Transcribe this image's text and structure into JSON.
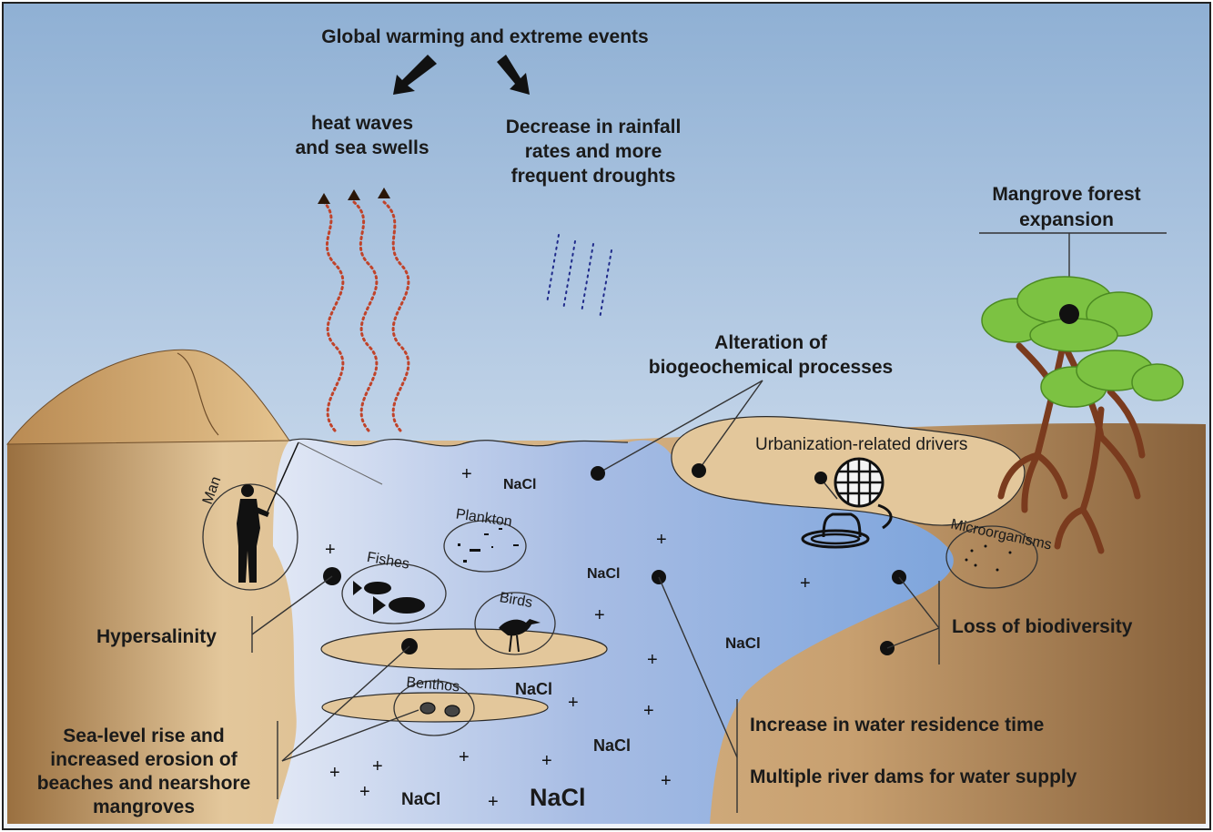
{
  "header": {
    "title": "Global warming and extreme events"
  },
  "drivers": {
    "heat_line1": "heat waves",
    "heat_line2": "and sea swells",
    "rain_line1": "Decrease in rainfall",
    "rain_line2": "rates and more",
    "rain_line3": "frequent droughts"
  },
  "mangrove": {
    "line1": "Mangrove forest",
    "line2": "expansion"
  },
  "biogeo": {
    "line1": "Alteration of",
    "line2": "biogeochemical processes"
  },
  "urban": {
    "label": "Urbanization-related drivers"
  },
  "organisms": {
    "man": "Man",
    "plankton": "Plankton",
    "fishes": "Fishes",
    "birds": "Birds",
    "benthos": "Benthos",
    "microorganisms": "Microorganisms"
  },
  "impacts": {
    "hypersalinity": "Hypersalinity",
    "loss_biodiversity": "Loss of biodiversity",
    "sealevel_line1": "Sea-level rise and",
    "sealevel_line2": "increased erosion of",
    "sealevel_line3": "beaches and nearshore",
    "sealevel_line4": "mangroves",
    "residence": "Increase in water residence time",
    "dams": "Multiple river dams for water supply"
  },
  "salt": {
    "label": "NaCl",
    "plus": "+"
  },
  "colors": {
    "sky_top": "#8fb0d4",
    "sky_bottom": "#eef3fa",
    "water_left": "#d6e0f1",
    "water_right": "#7ea5dc",
    "land_light": "#e5cba0",
    "land_dark": "#8a6238",
    "dune": "#c89a62",
    "canopy": "#7cc242",
    "trunk": "#7a3b1e",
    "heat_wave": "#c0432a",
    "rain": "#1f2a8a"
  }
}
